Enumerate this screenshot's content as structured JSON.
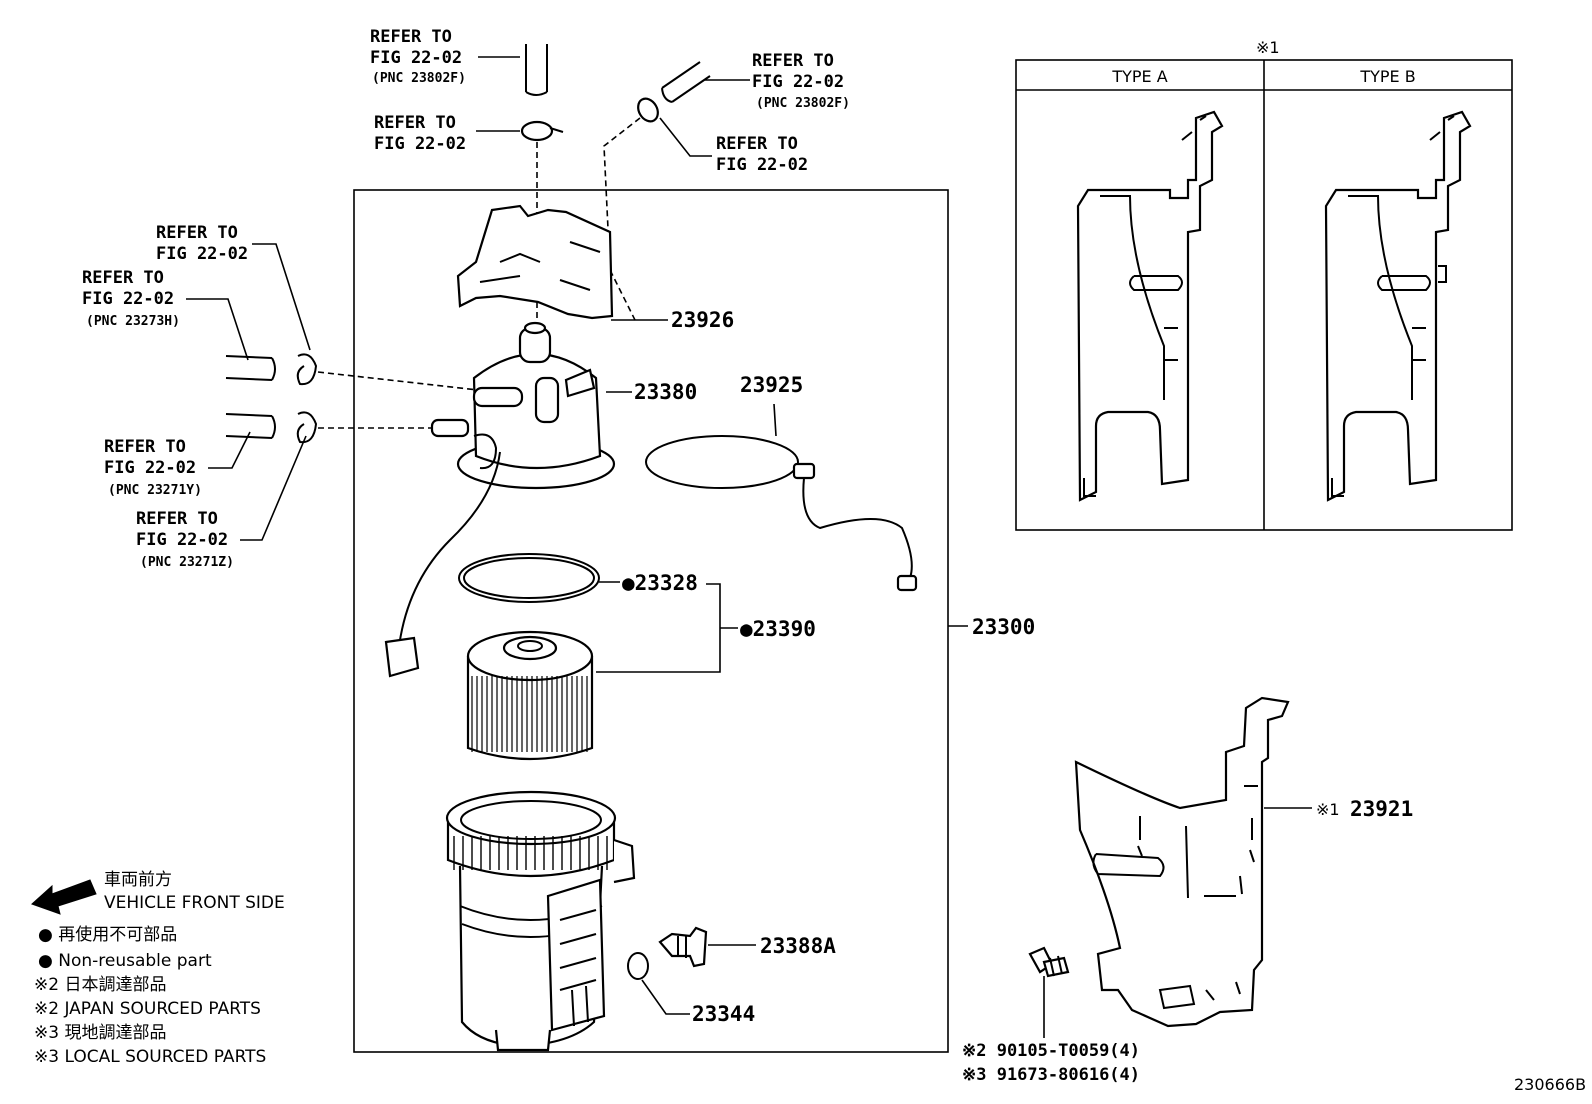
{
  "refs": {
    "r1": {
      "line1": "REFER TO",
      "line2": "FIG 22-02",
      "pnc": "(PNC 23802F)"
    },
    "r2": {
      "line1": "REFER TO",
      "line2": "FIG 22-02"
    },
    "r3": {
      "line1": "REFER TO",
      "line2": "FIG 22-02",
      "pnc": "(PNC 23802F)"
    },
    "r4": {
      "line1": "REFER TO",
      "line2": "FIG 22-02"
    },
    "r5": {
      "line1": "REFER TO",
      "line2": "FIG 22-02"
    },
    "r6": {
      "line1": "REFER TO",
      "line2": "FIG 22-02",
      "pnc": "(PNC 23273H)"
    },
    "r7": {
      "line1": "REFER TO",
      "line2": "FIG 22-02",
      "pnc": "(PNC 23271Y)"
    },
    "r8": {
      "line1": "REFER TO",
      "line2": "FIG 22-02",
      "pnc": "(PNC 23271Z)"
    }
  },
  "parts": {
    "p23926": "23926",
    "p23380": "23380",
    "p23925": "23925",
    "p23328": "●23328",
    "p23390": "●23390",
    "p23300": "23300",
    "p23388A": "23388A",
    "p23344": "23344",
    "p23921": "23921",
    "p23921_mark": "※1"
  },
  "inset": {
    "mark": "※1",
    "type_a": "TYPE A",
    "type_b": "TYPE B"
  },
  "bolts": {
    "b1": "※2  90105-T0059(4)",
    "b2": "※3  91673-80616(4)"
  },
  "legend": {
    "front_jp": "車両前方",
    "front_en": "VEHICLE FRONT SIDE",
    "nonreuse_jp": "●  再使用不可部品",
    "nonreuse_en": "●  Non-reusable part",
    "japan_jp": "※2  日本調達部品",
    "japan_en": "※2  JAPAN SOURCED PARTS",
    "local_jp": "※3  現地調達部品",
    "local_en": "※3  LOCAL SOURCED PARTS"
  },
  "figure_id": "230666B"
}
